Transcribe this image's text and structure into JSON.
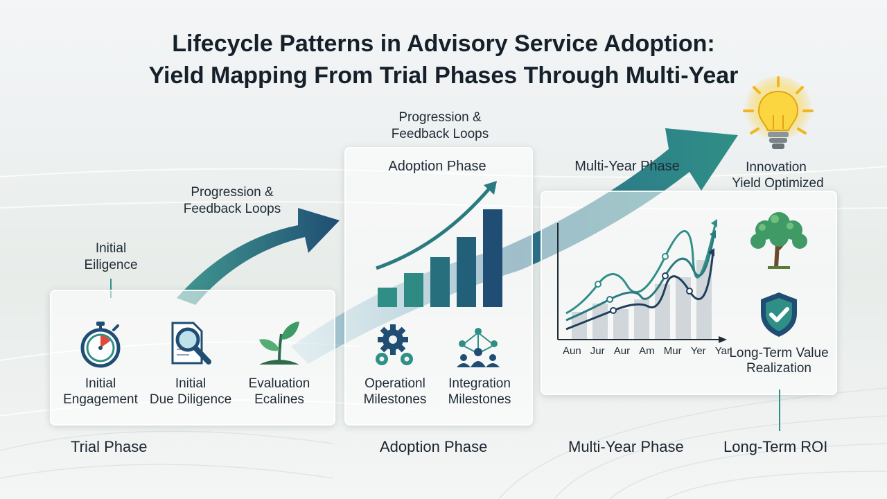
{
  "title": {
    "line1": "Lifecycle Patterns in Advisory Service Adoption:",
    "line2": "Yield Mapping From Trial Phases Through Multi-Year"
  },
  "arrows": {
    "label_top_1": "Progression &",
    "label_top_2": "Feedback Loops",
    "label_left_1": "Progression &",
    "label_left_2": "Feedback Loops"
  },
  "trial": {
    "callout_1": "Initial",
    "callout_2": "Eiligence",
    "items": [
      {
        "label_1": "Initial",
        "label_2": "Engagement",
        "icon": "stopwatch-icon"
      },
      {
        "label_1": "Initial",
        "label_2": "Due Diligence",
        "icon": "magnifier-document-icon"
      },
      {
        "label_1": "Evaluation",
        "label_2": "Ecalines",
        "icon": "sprout-icon"
      }
    ],
    "phase_label": "Trial Phase"
  },
  "adoption": {
    "panel_title": "Adoption Phase",
    "chart_type": "rising bar chart with trend arrow",
    "bar_count": 5,
    "items": [
      {
        "label_1": "Operationl",
        "label_2": "Milestones",
        "icon": "gears-icon"
      },
      {
        "label_1": "Integration",
        "label_2": "Milestones",
        "icon": "network-people-icon"
      }
    ],
    "phase_label": "Adoption Phase"
  },
  "multiyear": {
    "panel_title": "Multi-Year Phase",
    "x_ticks": [
      "Aun",
      "Jur",
      "Aur",
      "Am",
      "Mur",
      "Yer",
      "Yar"
    ],
    "innovation_1": "Innovation",
    "innovation_2": "Yield Optimized",
    "ltv_1": "Long-Term Value",
    "ltv_2": "Realization",
    "phase_label": "Multi-Year Phase",
    "roi_label": "Long-Term ROI"
  },
  "colors": {
    "teal": "#2f8f86",
    "navy": "#1f4d73",
    "green": "#3f9a66",
    "bulb": "#f6c21d"
  }
}
